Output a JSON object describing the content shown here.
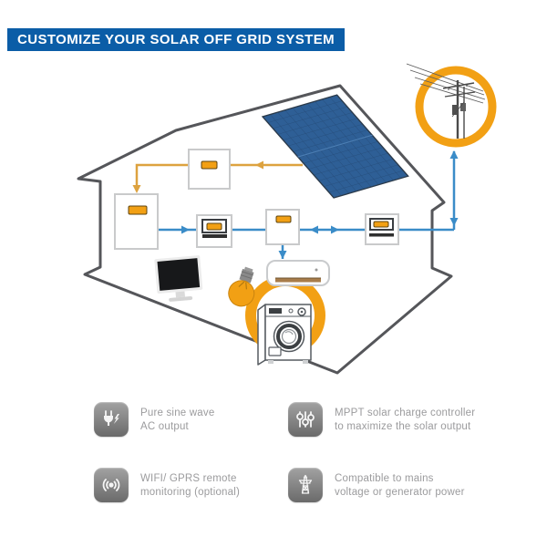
{
  "header": {
    "title": "CUSTOMIZE YOUR SOLAR OFF GRID SYSTEM"
  },
  "colors": {
    "header_bg": "#0b5da7",
    "accent_orange": "#f2a014",
    "line_orange": "#dda23f",
    "line_blue": "#3a8cc8",
    "outline_gray": "#55565a",
    "panel_blue": "#2e5f96",
    "text_gray": "#9b9b9d"
  },
  "diagram": {
    "components": [
      "house-outline",
      "solar-panel",
      "charge-controller",
      "battery",
      "inverter",
      "ac-distribution-box",
      "energy-meter",
      "utility-grid-pole-badge",
      "computer-monitor",
      "light-bulb",
      "air-conditioner",
      "washing-machine",
      "orange-highlight-ring"
    ]
  },
  "features": [
    {
      "icon": "plug-lightning-icon",
      "line1": "Pure sine wave",
      "line2": "AC output"
    },
    {
      "icon": "sliders-icon",
      "line1": "MPPT solar charge controller",
      "line2": "to maximize the solar output"
    },
    {
      "icon": "wifi-signal-icon",
      "line1": "WIFI/ GPRS remote",
      "line2": "monitoring (optional)"
    },
    {
      "icon": "power-tower-icon",
      "line1": "Compatible to mains",
      "line2": "voltage or generator power"
    }
  ]
}
